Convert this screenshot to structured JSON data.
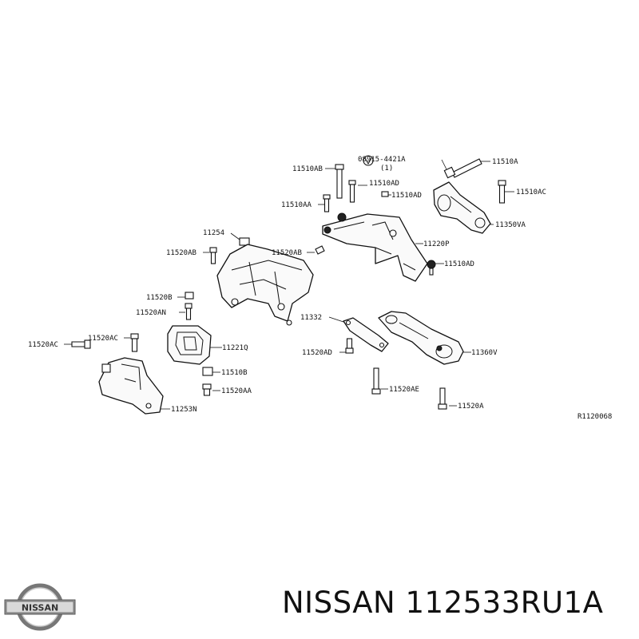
{
  "labels": {
    "p11510AB": "11510AB",
    "p11510AD_a": "11510AD",
    "p11510AD_b": "11510AD",
    "p11510AD_c": "11510AD",
    "p11510AA": "11510AA",
    "bolt_spec": "08915-4421A",
    "bolt_spec_qty": "(1)",
    "p11510A": "11510A",
    "p11510AC": "11510AC",
    "p11350VA": "11350VA",
    "p11220P": "11220P",
    "p11254": "11254",
    "p11520AB_a": "11520AB",
    "p11520AB_b": "11520AB",
    "p11520B": "11520B",
    "p11520AN": "11520AN",
    "p11520AC_a": "11520AC",
    "p11520AC_b": "11520AC",
    "p11221Q": "11221Q",
    "p11510B": "11510B",
    "p11520AA": "11520AA",
    "p11253N": "11253N",
    "p11332": "11332",
    "p11520AD": "11520AD",
    "p11520AE": "11520AE",
    "p11360V": "11360V",
    "p11520A": "11520A",
    "drawing_ref": "R1120068"
  },
  "brand": {
    "logo_text": "NISSAN",
    "caption": "NISSAN 112533RU1A"
  }
}
